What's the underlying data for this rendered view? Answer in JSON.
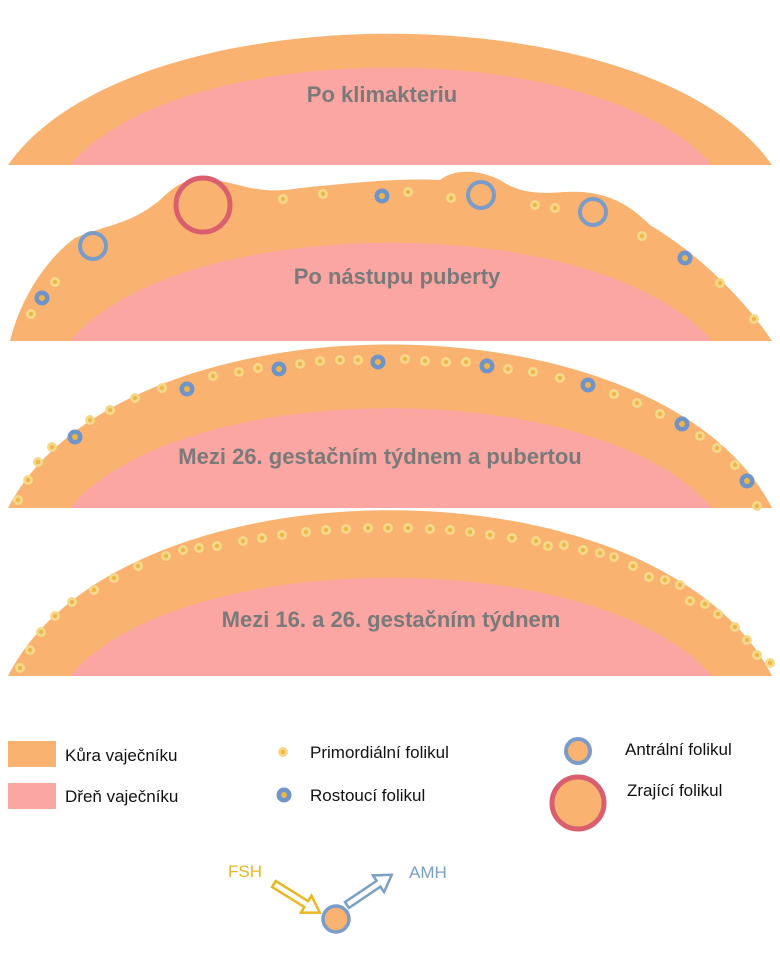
{
  "colors": {
    "cortex": "#f9b26f",
    "medulla": "#fba6a2",
    "primordial_ring": "#f5d98a",
    "primordial_center": "#f0b54a",
    "growing": "#6e94c8",
    "antral": "#7b9cc9",
    "mature": "#d95f6e",
    "label": "#7a7a7a",
    "fsh": "#e9b820",
    "amh": "#7aa0c6"
  },
  "panels": [
    {
      "id": "post-menopause",
      "label": "Po klimakteriu"
    },
    {
      "id": "after-puberty",
      "label": "Po nástupu puberty"
    },
    {
      "id": "week26-to-puberty",
      "label": "Mezi 26. gestačním týdnem a pubertou"
    },
    {
      "id": "week16-to-26",
      "label": "Mezi 16. a 26. gestačním týdnem"
    }
  ],
  "legend": {
    "cortex": "Kůra vaječníku",
    "medulla": "Dřeň vaječníku",
    "primordial": "Primordiální folikul",
    "growing": "Rostoucí folikul",
    "antral": "Antrální folikul",
    "mature": "Zrající folikul"
  },
  "hormones": {
    "fsh": "FSH",
    "amh": "AMH"
  }
}
